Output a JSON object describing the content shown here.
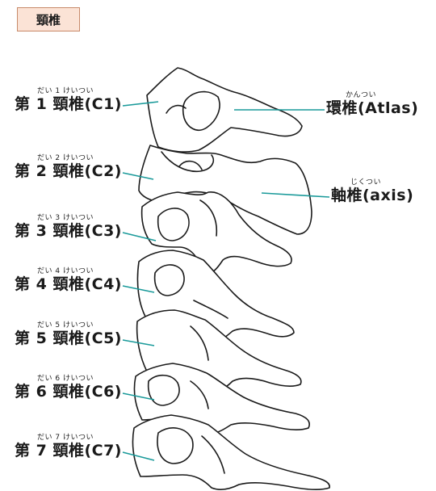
{
  "header": {
    "tag_label": "頸椎"
  },
  "left_labels": [
    {
      "ruby": "だい 1 けいつい",
      "text": "第 1 頸椎(C1)"
    },
    {
      "ruby": "だい 2 けいつい",
      "text": "第 2 頸椎(C2)"
    },
    {
      "ruby": "だい 3 けいつい",
      "text": "第 3 頸椎(C3)"
    },
    {
      "ruby": "だい 4 けいつい",
      "text": "第 4 頸椎(C4)"
    },
    {
      "ruby": "だい 5 けいつい",
      "text": "第 5 頸椎(C5)"
    },
    {
      "ruby": "だい 6 けいつい",
      "text": "第 6 頸椎(C6)"
    },
    {
      "ruby": "だい 7 けいつい",
      "text": "第 7 頸椎(C7)"
    }
  ],
  "right_labels": [
    {
      "ruby": "かんつい",
      "text": "環椎(Atlas)"
    },
    {
      "ruby": "じくつい",
      "text": "軸椎(axis)"
    }
  ],
  "colors": {
    "leader": "#1a9a9a",
    "outline": "#1a1a1a",
    "tag_fill": "#fbe3d6",
    "tag_border": "#c88a6a"
  }
}
